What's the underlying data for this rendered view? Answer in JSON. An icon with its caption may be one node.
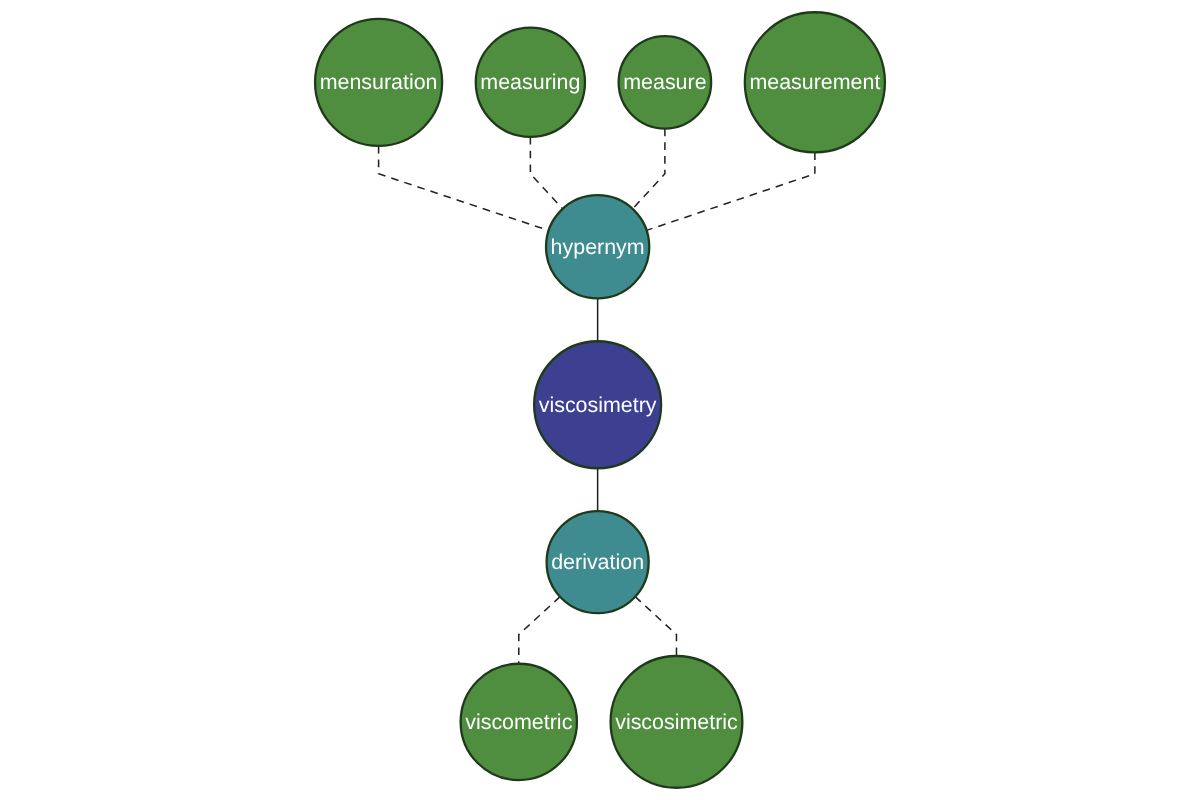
{
  "diagram": {
    "nodes": [
      {
        "text": [
          "mensuration"
        ]
      },
      {
        "text": [
          "measuring"
        ]
      },
      {
        "text": [
          "measure"
        ]
      },
      {
        "text": [
          "hypernym"
        ]
      },
      {
        "text": [
          "measurement"
        ]
      },
      {
        "text": [
          "viscosimetry"
        ]
      },
      {
        "text": [
          "derivation"
        ]
      },
      {
        "text": [
          "viscometric"
        ]
      },
      {
        "text": [
          "viscosimetric"
        ]
      }
    ],
    "edges": [
      {
        "from": 0,
        "to": 3,
        "arrow": "none",
        "style": "dashed"
      },
      {
        "from": 1,
        "to": 3,
        "arrow": "none",
        "style": "dashed"
      },
      {
        "from": 2,
        "to": 3,
        "arrow": "none",
        "style": "dashed"
      },
      {
        "from": 4,
        "to": 3,
        "arrow": "none",
        "style": "dashed"
      },
      {
        "from": 3,
        "to": 5,
        "arrow": "none"
      },
      {
        "from": 5,
        "to": 6,
        "arrow": "none"
      },
      {
        "from": 6,
        "to": 7,
        "arrow": "none",
        "style": "dashed"
      },
      {
        "from": 6,
        "to": 8,
        "arrow": "none",
        "style": "dashed"
      }
    ]
  }
}
